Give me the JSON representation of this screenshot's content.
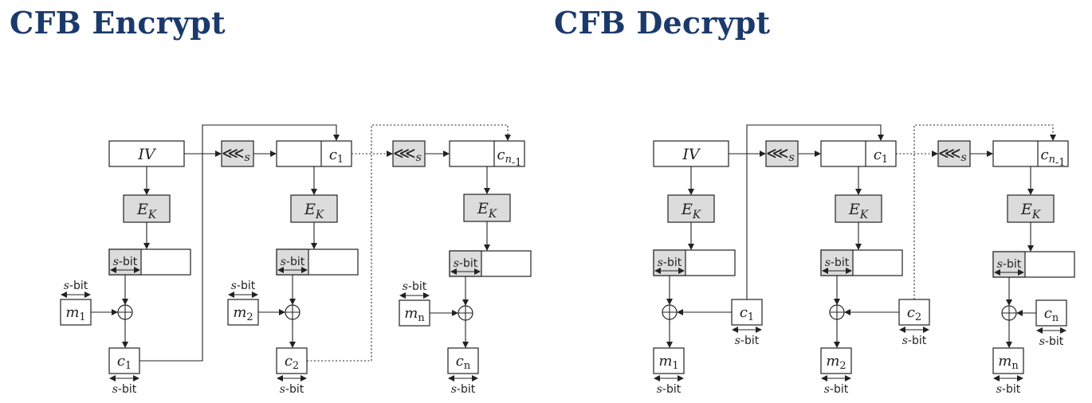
{
  "titles": {
    "encrypt": "CFB Encrypt",
    "decrypt": "CFB Decrypt"
  },
  "labels": {
    "iv": "IV",
    "ek_main": "E",
    "ek_sub": "K",
    "shift_glyph": "⋘",
    "shift_sub": "s",
    "sbit_italic": "s",
    "sbit_rest": "-bit",
    "c": "c",
    "m": "m",
    "sub_1": "1",
    "sub_2": "2",
    "sub_n": "n",
    "sub_nminus1_n": "n",
    "sub_nminus1_rest": "-1",
    "xor": "⊕"
  },
  "colors": {
    "title": "#1b3a6b",
    "shaded": "#dcdcdc",
    "line": "#222222"
  }
}
